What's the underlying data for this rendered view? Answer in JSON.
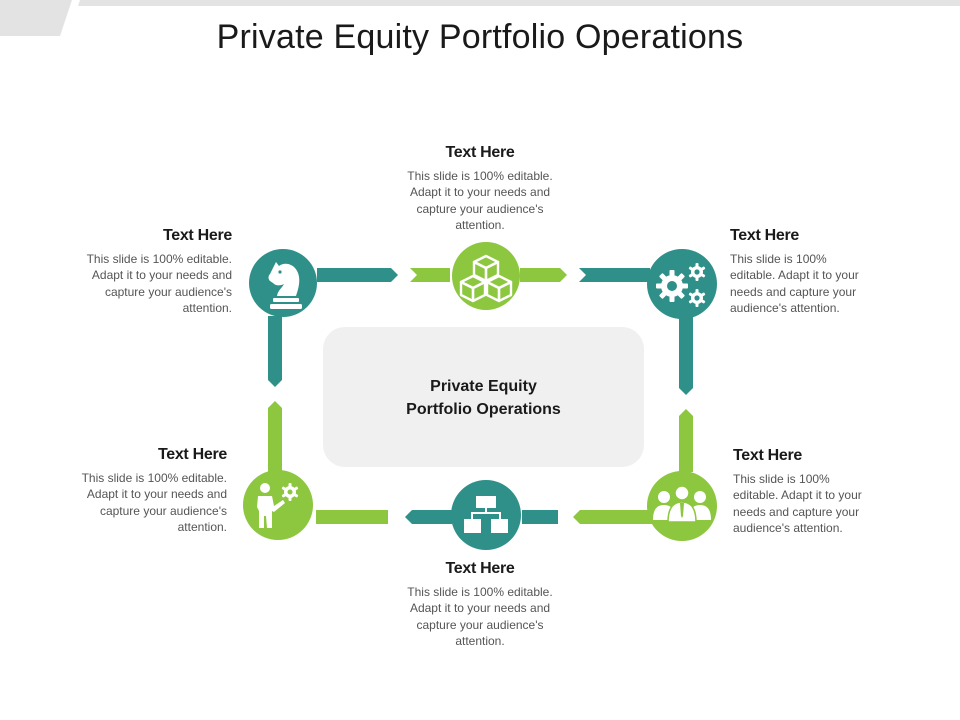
{
  "title": "Private Equity Portfolio Operations",
  "center": {
    "line1": "Private Equity",
    "line2": "Portfolio Operations"
  },
  "colors": {
    "teal": "#2e9088",
    "green": "#8dc63f",
    "center_box": "#f0f0f0"
  },
  "nodes": [
    {
      "id": "top",
      "icon": "blocks-icon",
      "heading": "Text Here",
      "body": "This slide is 100% editable. Adapt it to your needs and capture your audience's attention."
    },
    {
      "id": "top-left",
      "icon": "chess-knight-icon",
      "heading": "Text Here",
      "body": "This slide is 100% editable. Adapt it to your needs and capture your audience's attention."
    },
    {
      "id": "top-right",
      "icon": "gears-icon",
      "heading": "Text Here",
      "body": "This slide is 100% editable. Adapt it to your needs and capture your audience's attention."
    },
    {
      "id": "bottom-left",
      "icon": "presenter-gear-icon",
      "heading": "Text Here",
      "body": "This slide is 100% editable. Adapt it to your needs and capture your audience's attention."
    },
    {
      "id": "bottom-right",
      "icon": "team-icon",
      "heading": "Text Here",
      "body": "This slide is 100% editable. Adapt it to your needs and capture your audience's attention."
    },
    {
      "id": "bottom",
      "icon": "org-chart-icon",
      "heading": "Text Here",
      "body": "This slide is 100% editable. Adapt it to your needs and capture your audience's attention."
    }
  ]
}
